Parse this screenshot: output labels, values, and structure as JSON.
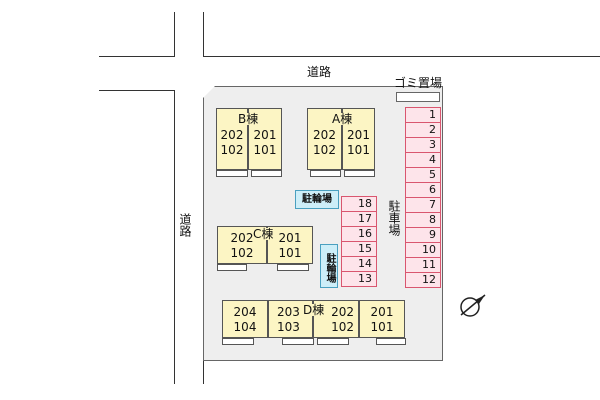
{
  "roads": {
    "top_label": "道路",
    "left_label": "道路"
  },
  "garbage": {
    "label": "ゴミ置場"
  },
  "parking": {
    "label": "駐車場",
    "right_column": [
      "1",
      "2",
      "3",
      "4",
      "5",
      "6",
      "7",
      "8",
      "9",
      "10",
      "11",
      "12"
    ],
    "middle_column": [
      "18",
      "17",
      "16",
      "15",
      "14",
      "13"
    ]
  },
  "bike_parking": {
    "upper_label": "駐輪場",
    "lower_label": "駐輪場"
  },
  "buildings": {
    "b": {
      "label": "B棟",
      "unit_left": [
        "202",
        "102"
      ],
      "unit_right": [
        "201",
        "101"
      ]
    },
    "a": {
      "label": "A棟",
      "unit_left": [
        "202",
        "102"
      ],
      "unit_right": [
        "201",
        "101"
      ]
    },
    "c": {
      "label": "C棟",
      "unit_left": [
        "202",
        "102"
      ],
      "unit_right": [
        "201",
        "101"
      ]
    },
    "d": {
      "label": "D棟",
      "units": [
        [
          "204",
          "104"
        ],
        [
          "203",
          "103"
        ],
        [
          "202",
          "102"
        ],
        [
          "201",
          "101"
        ]
      ]
    }
  },
  "compass": {
    "icon": "north-arrow-icon"
  },
  "colors": {
    "building": "#fcf5c4",
    "parking": "#fde4ea",
    "parking_border": "#d9566f",
    "bike": "#cdeef8",
    "lot": "#eeeeee"
  }
}
